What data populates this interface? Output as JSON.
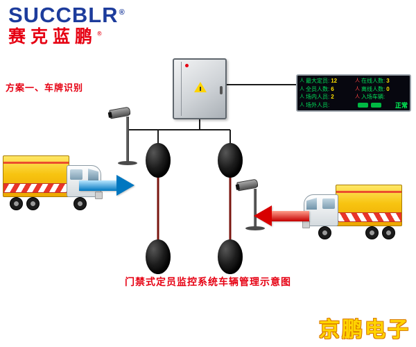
{
  "brand": {
    "logo_text": "SUCCBLR",
    "logo_reg": "®",
    "logo_cn": "赛克蓝鹏",
    "logo_cn_reg": "®"
  },
  "labels": {
    "plan_title": "方案一、车牌识别",
    "caption": "门禁式定员监控系统车辆管理示意图",
    "watermark": "京鹏电子"
  },
  "display": {
    "rows": [
      {
        "l_label": "最大定员:",
        "l_value": "12",
        "r_label": "在线人数:",
        "r_value": "3"
      },
      {
        "l_label": "全员人数:",
        "l_value": "6",
        "r_label": "离线人数:",
        "r_value": "0"
      },
      {
        "l_label": "场内人员:",
        "l_value": "2",
        "r_label": "入场车辆:",
        "r_value": ""
      }
    ],
    "footer": {
      "label": "场外人员:",
      "value": "",
      "status": "正常"
    }
  },
  "colors": {
    "logo_blue": "#1d3c9c",
    "accent_red": "#e60012",
    "truck_yellow": "#f7c411",
    "arrow_blue": "#0077c0",
    "arrow_red": "#d80000",
    "display_green": "#00e05a",
    "display_yellow": "#ffe000",
    "watermark_yellow": "#ffd400",
    "cable_dark_red": "#7a150f"
  }
}
